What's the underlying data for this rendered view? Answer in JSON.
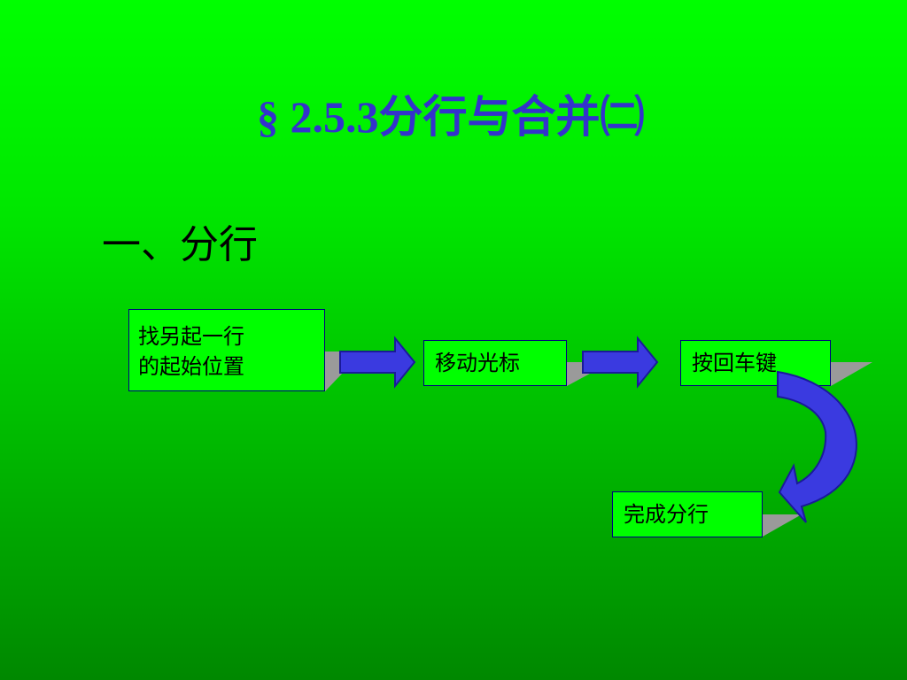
{
  "slide": {
    "title": "§ 2.5.3分行与合并㈡",
    "section": "一、分行"
  },
  "steps": [
    {
      "lines": [
        "找另起一行",
        "的起始位置"
      ]
    },
    {
      "lines": [
        "移动光标"
      ]
    },
    {
      "lines": [
        "按回车键"
      ]
    },
    {
      "lines": [
        "完成分行"
      ]
    }
  ],
  "colors": {
    "title": "#3333cc",
    "arrow_fill": "#3a3ae0",
    "arrow_stroke": "#1a1a99",
    "box_fill": "#00ff00",
    "box_border": "#000080",
    "shadow": "#9a9a9a"
  }
}
